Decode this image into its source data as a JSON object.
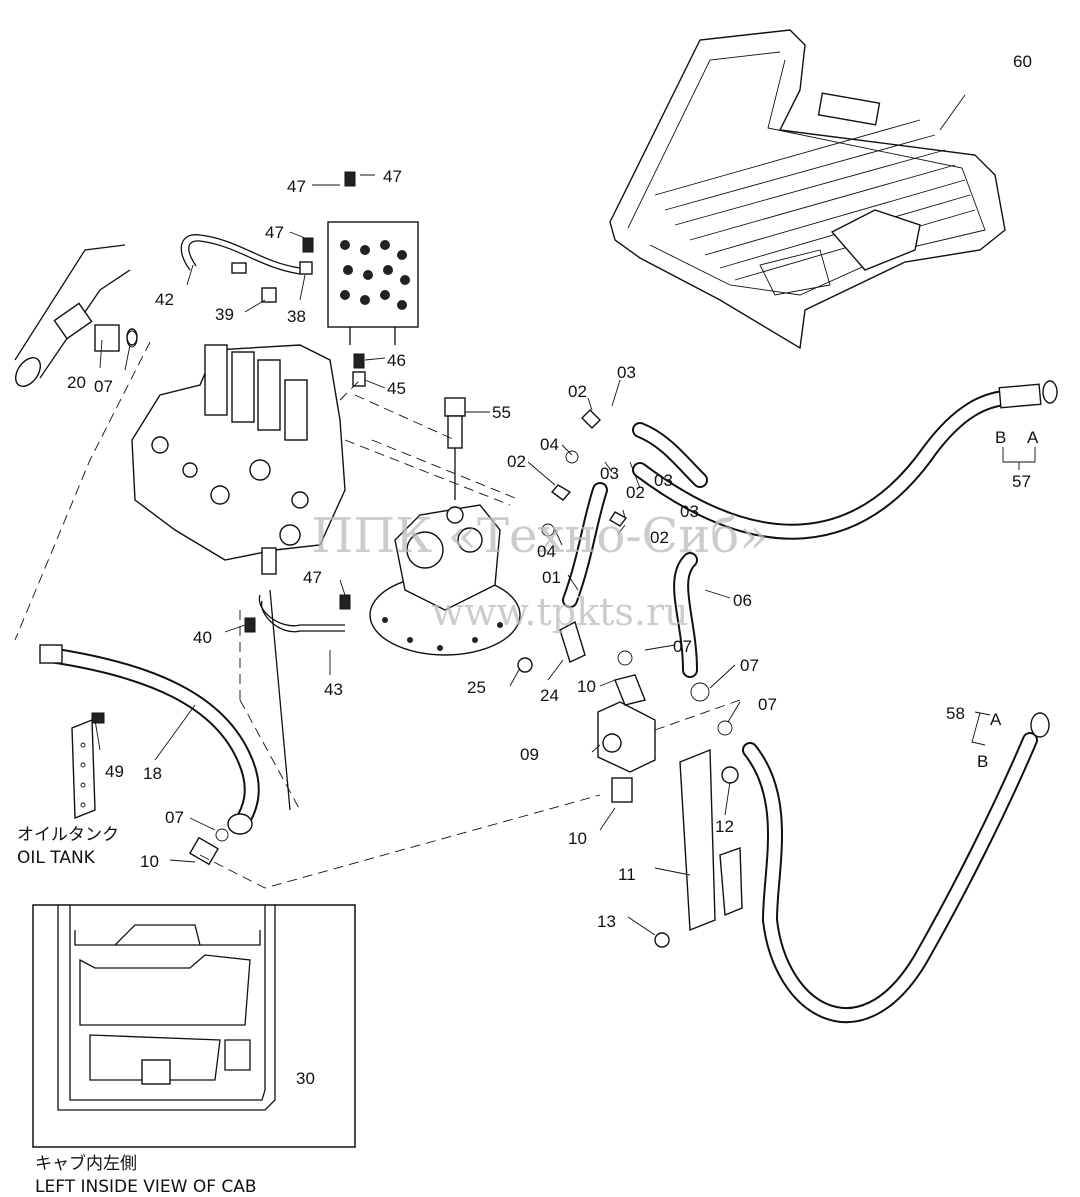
{
  "watermark": {
    "line1": "ППК «Техно-Сиб»",
    "line2": "www.tpkts.ru"
  },
  "callouts": {
    "c60": "60",
    "c47a": "47",
    "c47b": "47",
    "c47c": "47",
    "c47d": "47",
    "c42": "42",
    "c39": "39",
    "c38": "38",
    "c20": "20",
    "c07a": "07",
    "c46": "46",
    "c45": "45",
    "c55": "55",
    "c03a": "03",
    "c02a": "02",
    "c04a": "04",
    "c02b": "02",
    "c03b": "03",
    "c02c": "02",
    "c03c": "03",
    "c02d": "02",
    "c04b": "04",
    "c01": "01",
    "c06": "06",
    "c07b": "07",
    "c07c": "07",
    "c07d": "07",
    "c07e": "07",
    "c10a": "10",
    "c10b": "10",
    "c10c": "10",
    "c09": "09",
    "c12": "12",
    "c11": "11",
    "c13": "13",
    "c25": "25",
    "c24": "24",
    "c40": "40",
    "c43": "43",
    "c49": "49",
    "c18": "18",
    "c57": "57",
    "c58": "58",
    "c30": "30",
    "b57": "B",
    "a57": "A",
    "a58": "A",
    "b58": "B"
  },
  "captions": {
    "oil_tank_jp": "オイルタンク",
    "oil_tank_en": "OIL TANK",
    "cab_jp": "キャブ内左側",
    "cab_en": "LEFT INSIDE VIEW OF CAB"
  }
}
